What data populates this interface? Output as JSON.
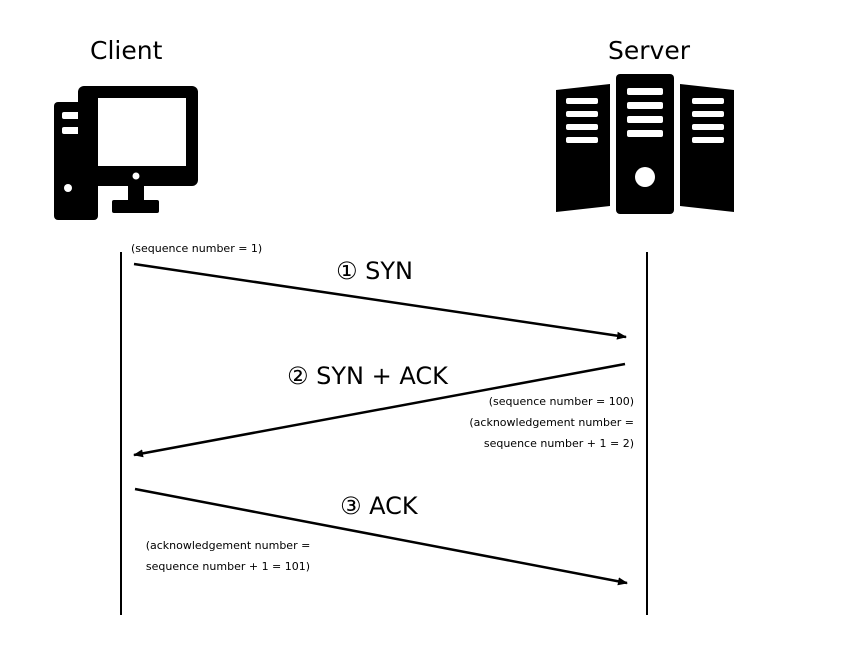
{
  "client": {
    "label": "Client",
    "icon": "desktop-computer-icon"
  },
  "server": {
    "label": "Server",
    "icon": "server-rack-icon"
  },
  "messages": [
    {
      "step": "① SYN",
      "direction": "client-to-server",
      "notes": [
        "(sequence number = 1)"
      ]
    },
    {
      "step": "② SYN + ACK",
      "direction": "server-to-client",
      "notes": [
        "(sequence number = 100)",
        "(acknowledgement number =",
        "sequence number + 1 = 2)"
      ]
    },
    {
      "step": "③ ACK",
      "direction": "client-to-server",
      "notes": [
        "(acknowledgement number =",
        "sequence number + 1 = 101)"
      ]
    }
  ],
  "colors": {
    "ink": "#000000",
    "background": "#ffffff"
  }
}
